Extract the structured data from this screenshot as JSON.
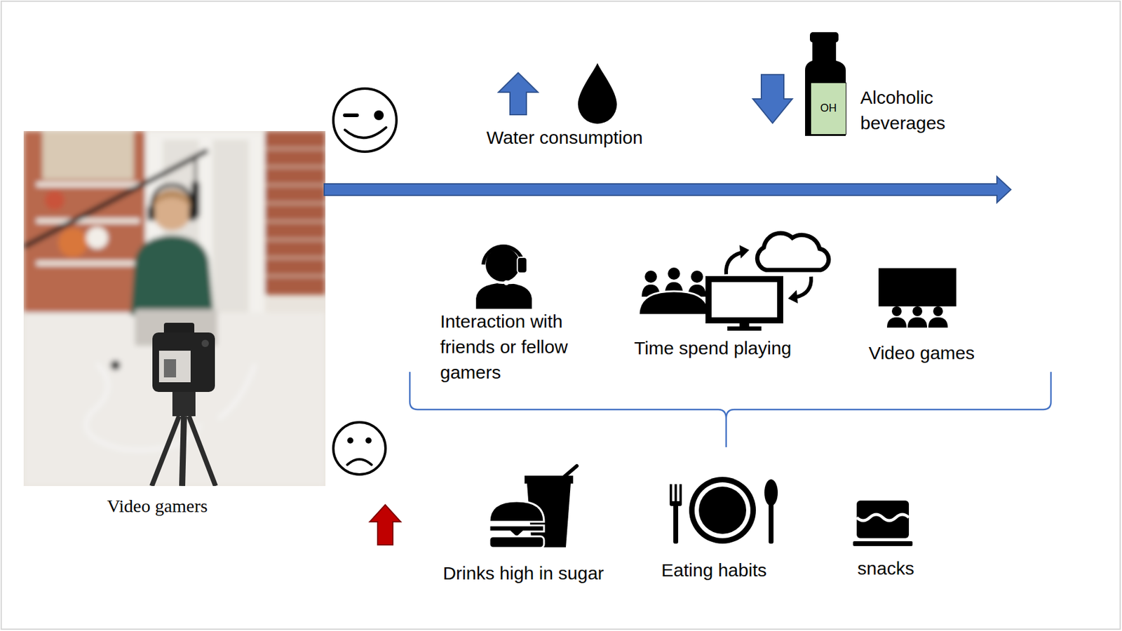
{
  "diagram": {
    "nodes": [
      {
        "text": [
          "OH"
        ]
      }
    ],
    "labels": [
      "Water consumption",
      "Alcoholic beverages",
      "Interaction with friends or fellow gamers",
      "Time spend playing",
      "Video games",
      "Video gamers",
      "Drinks high in sugar",
      "Eating habits",
      "snacks"
    ]
  }
}
